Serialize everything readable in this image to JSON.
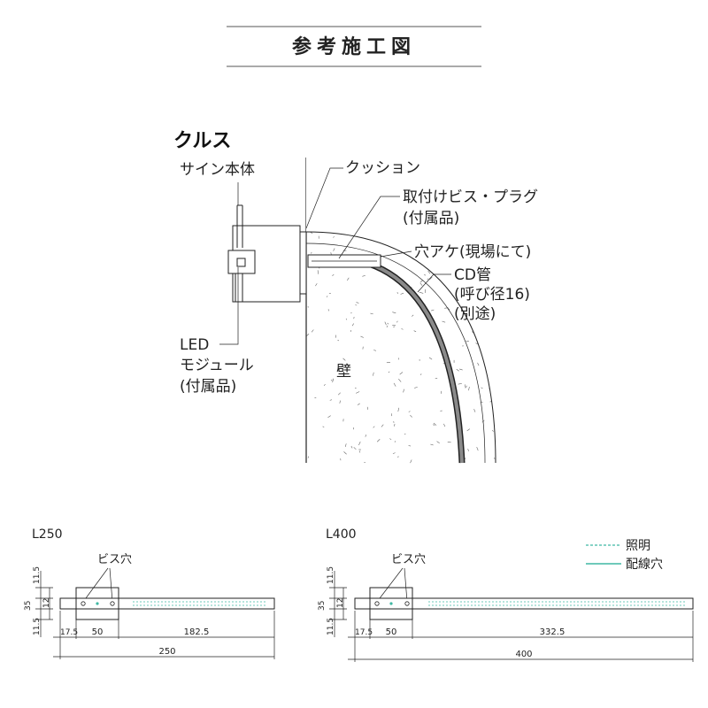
{
  "title": "参考施工図",
  "section": {
    "product_name": "クルス",
    "labels": {
      "sign_body": "サイン本体",
      "cushion": "クッション",
      "screw_plug_1": "取付けビス・プラグ",
      "screw_plug_2": "(付属品)",
      "hole": "穴アケ(現場にて)",
      "cd_pipe_1": "CD管",
      "cd_pipe_2": "(呼び径16)",
      "cd_pipe_3": "(別途)",
      "wall": "壁",
      "led_1": "LED",
      "led_2": "モジュール",
      "led_3": "(付属品)"
    }
  },
  "plans": [
    {
      "model": "L250",
      "screw_hole_label": "ビス穴",
      "dims": {
        "top": "11.5",
        "height": "35",
        "mid": "12",
        "bottom": "11.5",
        "left_offset": "17.5",
        "bracket": "50",
        "rest": "182.5",
        "total": "250"
      }
    },
    {
      "model": "L400",
      "screw_hole_label": "ビス穴",
      "dims": {
        "top": "11.5",
        "height": "35",
        "mid": "12",
        "bottom": "11.5",
        "left_offset": "17.5",
        "bracket": "50",
        "rest": "332.5",
        "total": "400"
      }
    }
  ],
  "legend": [
    {
      "label": "照明",
      "style": "dashed",
      "color": "#3fb7a3"
    },
    {
      "label": "配線穴",
      "style": "solid",
      "color": "#3fb7a3"
    }
  ]
}
